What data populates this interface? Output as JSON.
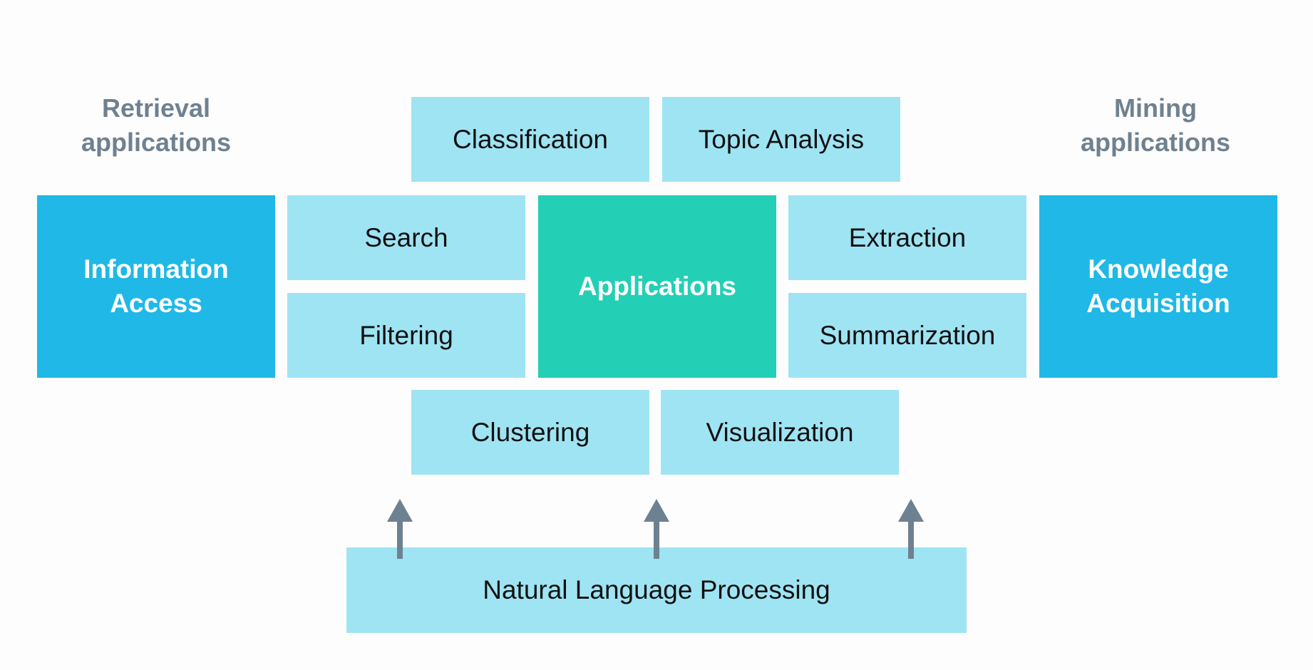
{
  "captions": {
    "retrieval": "Retrieval\napplications",
    "mining": "Mining\napplications"
  },
  "boxes": {
    "classification": "Classification",
    "topic_analysis": "Topic Analysis",
    "information_access": "Information\nAccess",
    "search": "Search",
    "filtering": "Filtering",
    "applications": "Applications",
    "extraction": "Extraction",
    "summarization": "Summarization",
    "knowledge_acquisition": "Knowledge\nAcquisition",
    "clustering": "Clustering",
    "visualization": "Visualization",
    "nlp": "Natural Language Processing"
  },
  "colors": {
    "light_box": "#9fe4f3",
    "side_box": "#20b8e6",
    "center_box": "#23cfb5",
    "caption_text": "#6f8190",
    "arrow": "#6e8190"
  }
}
